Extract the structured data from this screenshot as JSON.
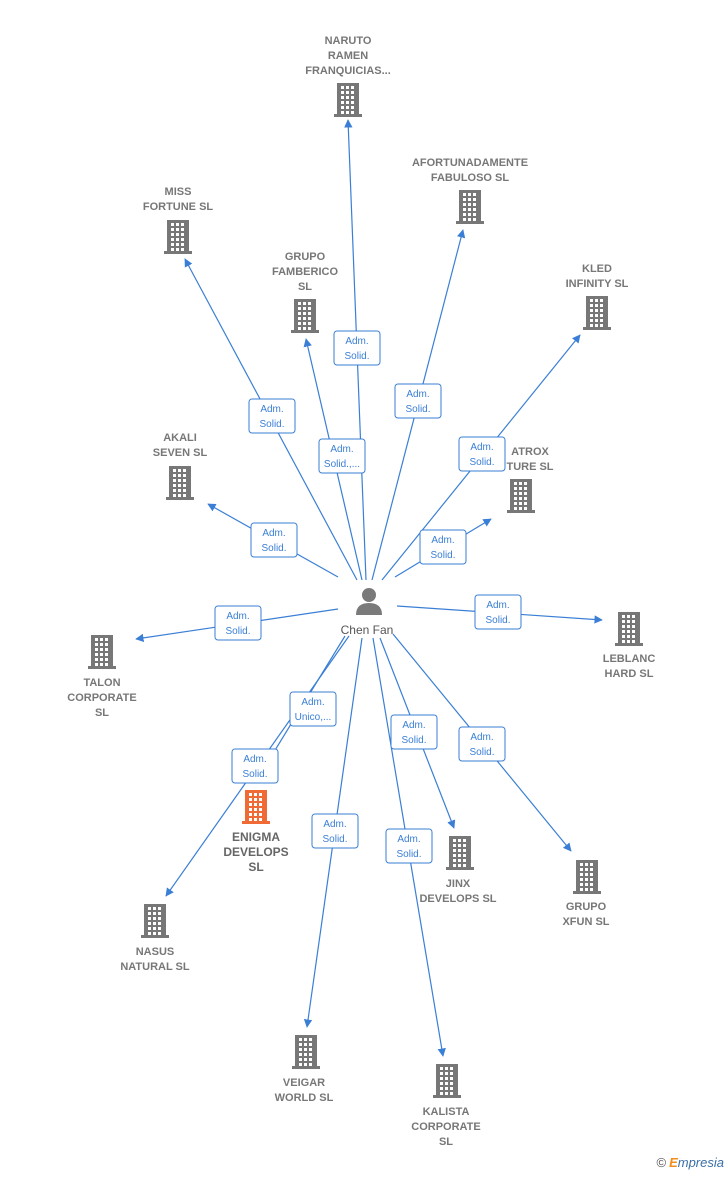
{
  "person": {
    "name": "Chen Fan"
  },
  "colors": {
    "edge": "#3a7fd5",
    "building": "#777777",
    "highlight": "#f06a35"
  },
  "companies": [
    {
      "id": "naruto",
      "label": [
        "NARUTO",
        "RAMEN",
        "FRANQUICIAS..."
      ]
    },
    {
      "id": "afortunadamente",
      "label": [
        "AFORTUNADAMENTE",
        "FABULOSO  SL"
      ]
    },
    {
      "id": "miss",
      "label": [
        "MISS",
        "FORTUNE  SL"
      ]
    },
    {
      "id": "famberico",
      "label": [
        "GRUPO",
        "FAMBERICO",
        "SL"
      ]
    },
    {
      "id": "kled",
      "label": [
        "KLED",
        "INFINITY  SL"
      ]
    },
    {
      "id": "akali",
      "label": [
        "AKALI",
        "SEVEN  SL"
      ]
    },
    {
      "id": "atrox",
      "label": [
        "ATROX",
        "TURE  SL"
      ]
    },
    {
      "id": "talon",
      "label": [
        "TALON",
        "CORPORATE",
        "SL"
      ]
    },
    {
      "id": "leblanc",
      "label": [
        "LEBLANC",
        "HARD  SL"
      ]
    },
    {
      "id": "enigma",
      "label": [
        "ENIGMA",
        "DEVELOPS",
        "SL"
      ],
      "highlight": true
    },
    {
      "id": "jinx",
      "label": [
        "JINX",
        "DEVELOPS  SL"
      ]
    },
    {
      "id": "xfun",
      "label": [
        "GRUPO",
        "XFUN  SL"
      ]
    },
    {
      "id": "nasus",
      "label": [
        "NASUS",
        "NATURAL  SL"
      ]
    },
    {
      "id": "veigar",
      "label": [
        "VEIGAR",
        "WORLD  SL"
      ]
    },
    {
      "id": "kalista",
      "label": [
        "KALISTA",
        "CORPORATE",
        "SL"
      ]
    }
  ],
  "relations": [
    {
      "target": "naruto",
      "role": [
        "Adm.",
        "Solid."
      ]
    },
    {
      "target": "afortunadamente",
      "role": [
        "Adm.",
        "Solid."
      ]
    },
    {
      "target": "miss",
      "role": [
        "Adm.",
        "Solid."
      ]
    },
    {
      "target": "famberico",
      "role": [
        "Adm.",
        "Solid.,..."
      ]
    },
    {
      "target": "kled",
      "role": [
        "Adm.",
        "Solid."
      ]
    },
    {
      "target": "akali",
      "role": [
        "Adm.",
        "Solid."
      ]
    },
    {
      "target": "atrox",
      "role": [
        "Adm.",
        "Solid."
      ]
    },
    {
      "target": "talon",
      "role": [
        "Adm.",
        "Solid."
      ]
    },
    {
      "target": "leblanc",
      "role": [
        "Adm.",
        "Solid."
      ]
    },
    {
      "target": "enigma",
      "role": [
        "Adm.",
        "Unico,..."
      ]
    },
    {
      "target": "nasus",
      "role": [
        "Adm.",
        "Solid."
      ]
    },
    {
      "target": "veigar",
      "role": [
        "Adm.",
        "Solid."
      ]
    },
    {
      "target": "jinx",
      "role": [
        "Adm.",
        "Solid."
      ]
    },
    {
      "target": "xfun",
      "role": [
        "Adm.",
        "Solid."
      ]
    },
    {
      "target": "kalista",
      "role": [
        "Adm.",
        "Solid."
      ]
    }
  ],
  "brand": {
    "symbol": "©",
    "first": "E",
    "rest": "mpresia"
  }
}
